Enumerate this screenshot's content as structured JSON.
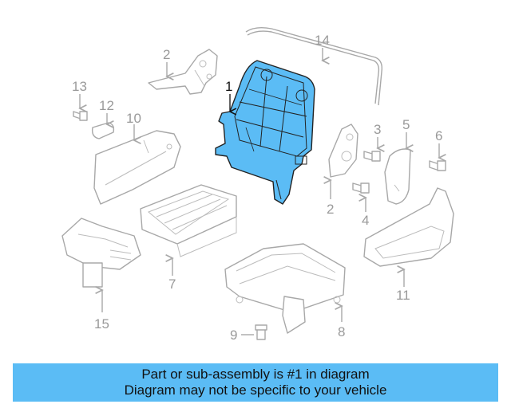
{
  "callouts": {
    "c1": "1",
    "c2a": "2",
    "c2b": "2",
    "c3": "3",
    "c4": "4",
    "c5": "5",
    "c6": "6",
    "c7": "7",
    "c8": "8",
    "c9": "9",
    "c10": "10",
    "c11": "11",
    "c12": "12",
    "c13": "13",
    "c14": "14",
    "c15": "15"
  },
  "highlight_color": "#5bbcf5",
  "banner": {
    "line1": "Part or sub-assembly is #1 in diagram",
    "line2": "Diagram may not be specific to your vehicle"
  }
}
